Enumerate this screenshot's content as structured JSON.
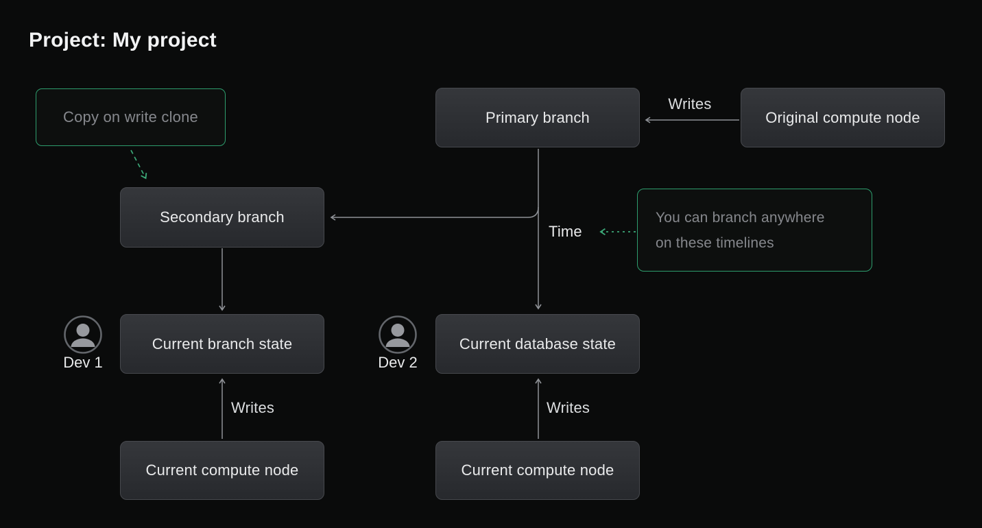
{
  "title": "Project: My project",
  "colors": {
    "background": "#0a0b0b",
    "node_fill_top": "#35373b",
    "node_fill_bottom": "#27292d",
    "node_border": "#47494e",
    "node_text": "#e9eaeb",
    "muted_text": "#86888d",
    "accent_green_border": "#2e9e6e",
    "dashed_arrow_green": "#3ca878",
    "connector_gray": "#8f9297"
  },
  "nodes": {
    "copy_clone": {
      "label": "Copy on write clone"
    },
    "primary_branch": {
      "label": "Primary branch"
    },
    "original_compute": {
      "label": "Original compute node"
    },
    "secondary_branch": {
      "label": "Secondary branch"
    },
    "branch_hint": {
      "line1": "You can branch anywhere",
      "line2": "on these timelines"
    },
    "current_branch_state": {
      "label": "Current branch state"
    },
    "current_database_state": {
      "label": "Current database state"
    },
    "compute_left": {
      "label": "Current compute node"
    },
    "compute_right": {
      "label": "Current compute node"
    }
  },
  "labels": {
    "writes_top": "Writes",
    "writes_bottom_left": "Writes",
    "writes_bottom_right": "Writes",
    "time": "Time",
    "dev1": "Dev 1",
    "dev2": "Dev 2"
  },
  "icons": {
    "dev1_avatar": "user-icon",
    "dev2_avatar": "user-icon"
  }
}
